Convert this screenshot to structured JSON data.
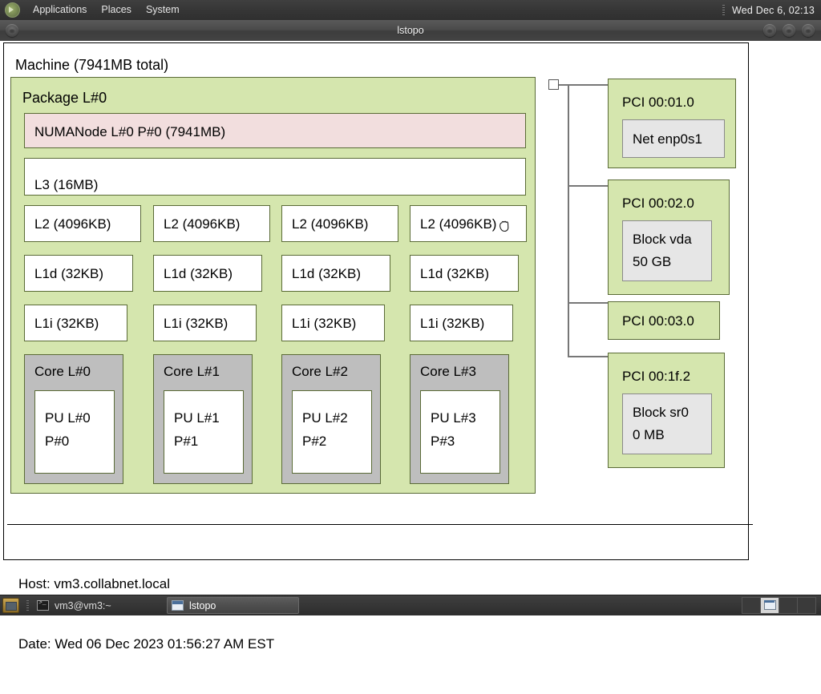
{
  "top_panel": {
    "logo_icon": "gnome-footprint-icon",
    "menus": [
      "Applications",
      "Places",
      "System"
    ],
    "clock": "Wed Dec  6, 02:13"
  },
  "window": {
    "title": "lstopo",
    "buttons": {
      "menu": "window-menu-button",
      "minimize": "minimize-button",
      "maximize": "maximize-button",
      "close": "close-button"
    }
  },
  "topology": {
    "machine_label": "Machine (7941MB total)",
    "package": {
      "label": "Package L#0",
      "numanode": "NUMANode L#0 P#0 (7941MB)",
      "l3": "L3 (16MB)",
      "l2": [
        "L2 (4096KB)",
        "L2 (4096KB)",
        "L2 (4096KB)",
        "L2 (4096KB)"
      ],
      "l1d": [
        "L1d (32KB)",
        "L1d (32KB)",
        "L1d (32KB)",
        "L1d (32KB)"
      ],
      "l1i": [
        "L1i (32KB)",
        "L1i (32KB)",
        "L1i (32KB)",
        "L1i (32KB)"
      ],
      "cores": [
        {
          "label": "Core L#0",
          "pu_line1": "PU L#0",
          "pu_line2": "P#0"
        },
        {
          "label": "Core L#1",
          "pu_line1": "PU L#1",
          "pu_line2": "P#1"
        },
        {
          "label": "Core L#2",
          "pu_line1": "PU L#2",
          "pu_line2": "P#2"
        },
        {
          "label": "Core L#3",
          "pu_line1": "PU L#3",
          "pu_line2": "P#3"
        }
      ]
    },
    "pci_devices": [
      {
        "label": "PCI 00:01.0",
        "osdev_line1": "Net enp0s1",
        "osdev_line2": ""
      },
      {
        "label": "PCI 00:02.0",
        "osdev_line1": "Block vda",
        "osdev_line2": "50 GB"
      },
      {
        "label": "PCI 00:03.0",
        "osdev_line1": "",
        "osdev_line2": ""
      },
      {
        "label": "PCI 00:1f.2",
        "osdev_line1": "Block sr0",
        "osdev_line2": "0 MB"
      }
    ],
    "footer": {
      "host": "Host: vm3.collabnet.local",
      "date": "Date: Wed 06 Dec 2023 01:56:27 AM EST"
    },
    "cursor_icon": "grab-hand-cursor",
    "colors": {
      "package_fill": "#d5e6ae",
      "numanode_fill": "#f2dede",
      "cache_fill": "#ffffff",
      "core_fill": "#bebebe",
      "osdev_fill": "#e6e6e6",
      "box_border": "#5a6b36"
    }
  },
  "taskbar": {
    "show_desktop_icon": "show-desktop-icon",
    "tasks": [
      {
        "label": "vm3@vm3:~",
        "icon": "terminal-icon",
        "active": false
      },
      {
        "label": "lstopo",
        "icon": "window-icon",
        "active": true
      }
    ],
    "workspaces": 4,
    "active_workspace": 2
  }
}
